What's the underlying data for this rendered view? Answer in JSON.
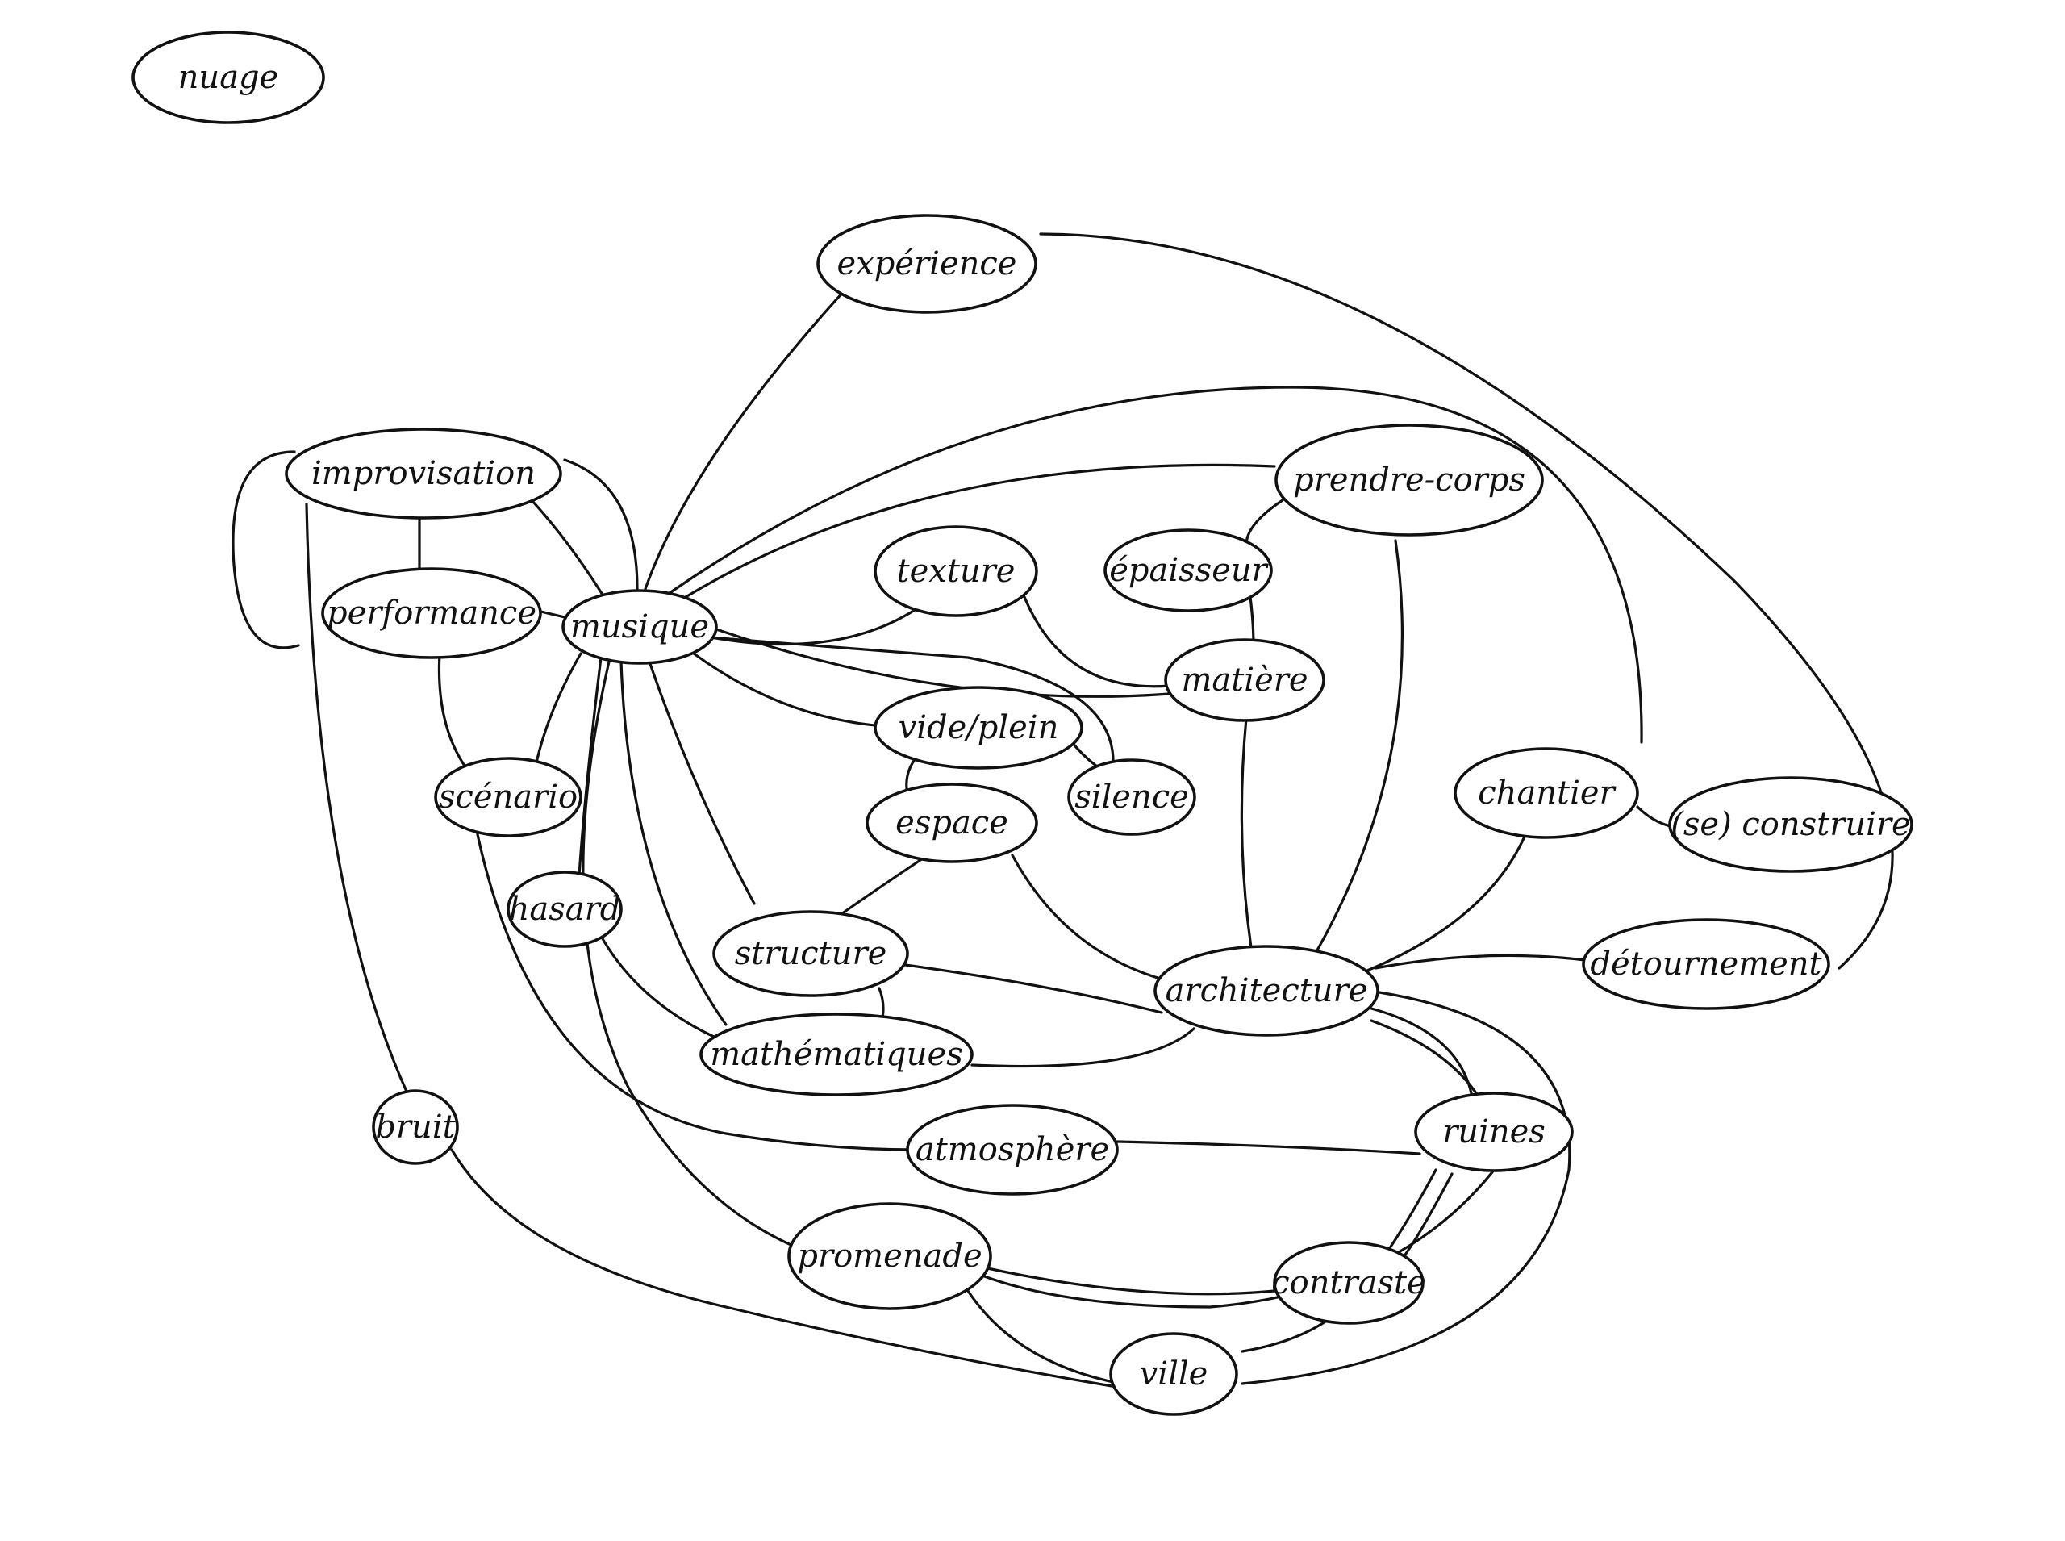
{
  "nodes": [
    {
      "id": "nuage",
      "label": "nuage"
    },
    {
      "id": "experience",
      "label": "expérience"
    },
    {
      "id": "improvisation",
      "label": "improvisation"
    },
    {
      "id": "performance",
      "label": "performance"
    },
    {
      "id": "musique",
      "label": "musique"
    },
    {
      "id": "texture",
      "label": "texture"
    },
    {
      "id": "epaisseur",
      "label": "épaisseur"
    },
    {
      "id": "prendre-corps",
      "label": "prendre-corps"
    },
    {
      "id": "matiere",
      "label": "matière"
    },
    {
      "id": "vide-plein",
      "label": "vide/plein"
    },
    {
      "id": "silence",
      "label": "silence"
    },
    {
      "id": "espace",
      "label": "espace"
    },
    {
      "id": "scenario",
      "label": "scénario"
    },
    {
      "id": "hasard",
      "label": "hasard"
    },
    {
      "id": "structure",
      "label": "structure"
    },
    {
      "id": "mathematiques",
      "label": "mathématiques"
    },
    {
      "id": "architecture",
      "label": "architecture"
    },
    {
      "id": "chantier",
      "label": "chantier"
    },
    {
      "id": "se-construire",
      "label": "(se) construire"
    },
    {
      "id": "detournement",
      "label": "détournement"
    },
    {
      "id": "bruit",
      "label": "bruit"
    },
    {
      "id": "atmosphere",
      "label": "atmosphère"
    },
    {
      "id": "ruines",
      "label": "ruines"
    },
    {
      "id": "promenade",
      "label": "promenade"
    },
    {
      "id": "contraste",
      "label": "contraste"
    },
    {
      "id": "ville",
      "label": "ville"
    }
  ],
  "edges": [
    [
      "musique",
      "experience"
    ],
    [
      "musique",
      "improvisation"
    ],
    [
      "musique",
      "performance"
    ],
    [
      "musique",
      "texture"
    ],
    [
      "musique",
      "vide-plein"
    ],
    [
      "musique",
      "matiere"
    ],
    [
      "musique",
      "prendre-corps"
    ],
    [
      "musique",
      "chantier"
    ],
    [
      "musique",
      "scenario"
    ],
    [
      "musique",
      "hasard"
    ],
    [
      "musique",
      "structure"
    ],
    [
      "musique",
      "mathematiques"
    ],
    [
      "musique",
      "promenade"
    ],
    [
      "improvisation",
      "performance"
    ],
    [
      "improvisation",
      "bruit"
    ],
    [
      "performance",
      "scenario"
    ],
    [
      "scenario",
      "atmosphere"
    ],
    [
      "hasard",
      "mathematiques"
    ],
    [
      "experience",
      "detournement"
    ],
    [
      "texture",
      "matiere"
    ],
    [
      "epaisseur",
      "prendre-corps"
    ],
    [
      "epaisseur",
      "architecture"
    ],
    [
      "prendre-corps",
      "architecture"
    ],
    [
      "vide-plein",
      "espace"
    ],
    [
      "vide-plein",
      "silence"
    ],
    [
      "espace",
      "structure"
    ],
    [
      "espace",
      "architecture"
    ],
    [
      "structure",
      "architecture"
    ],
    [
      "structure",
      "mathematiques"
    ],
    [
      "mathematiques",
      "architecture"
    ],
    [
      "chantier",
      "se-construire"
    ],
    [
      "chantier",
      "architecture"
    ],
    [
      "architecture",
      "detournement"
    ],
    [
      "architecture",
      "ruines"
    ],
    [
      "architecture",
      "promenade"
    ],
    [
      "architecture",
      "ville"
    ],
    [
      "atmosphere",
      "ruines"
    ],
    [
      "ruines",
      "contraste"
    ],
    [
      "ruines",
      "ville"
    ],
    [
      "contraste",
      "promenade"
    ],
    [
      "promenade",
      "ville"
    ],
    [
      "bruit",
      "ville"
    ]
  ]
}
